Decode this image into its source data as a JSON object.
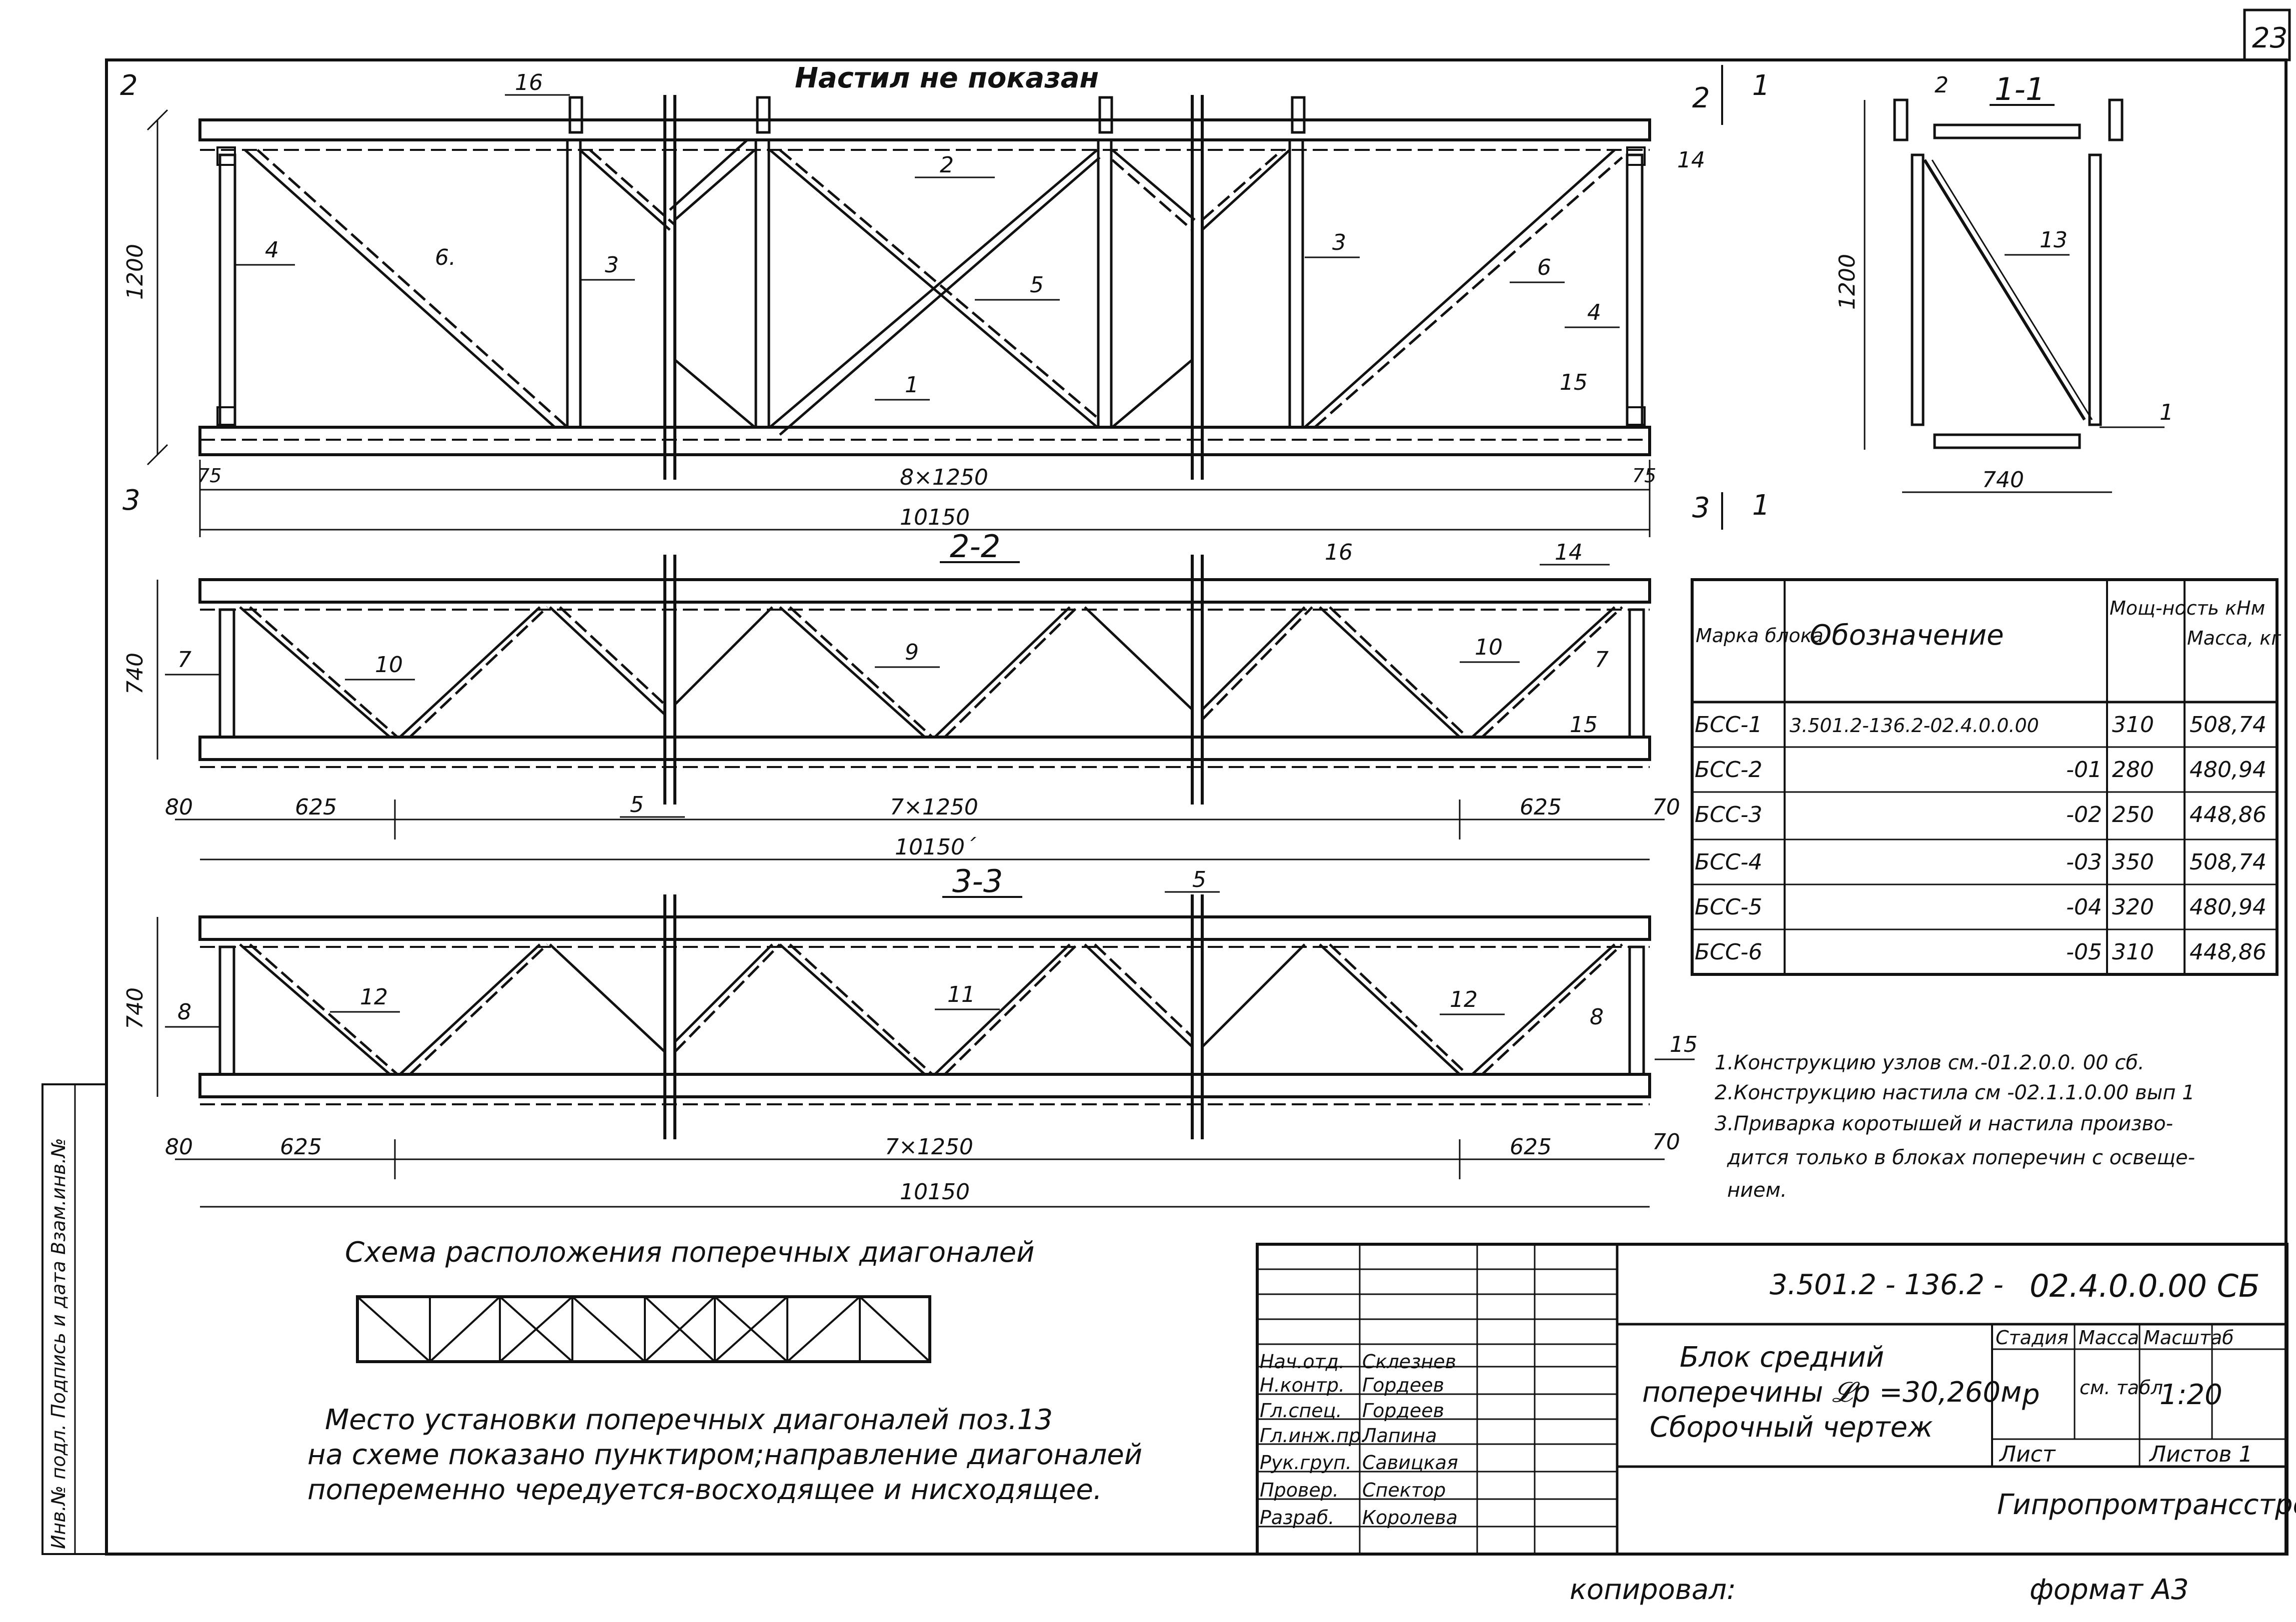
{
  "page_number": "23",
  "top_note": "Настил не показан",
  "elevation1": {
    "marks": [
      "16",
      "2",
      "14",
      "4",
      "6.",
      "3",
      "5",
      "3",
      "6",
      "4",
      "1",
      "15"
    ],
    "height_dim": "1200",
    "dims": {
      "left_offset": "75",
      "modules": "8×1250",
      "right_offset": "75",
      "total": "10150"
    },
    "section_marks": {
      "s2_top": "2",
      "s2_bottom": "2",
      "s3_bottom": "3",
      "s3_top": "3",
      "s1": "1",
      "s1b": "1"
    }
  },
  "section_1_1": {
    "title": "1-1",
    "marks": [
      "2",
      "13",
      "1"
    ],
    "height_dim": "1200",
    "width_dim": "740"
  },
  "section_2_2": {
    "title": "2-2",
    "marks": [
      "16",
      "14",
      "7",
      "10",
      "9",
      "10",
      "7",
      "15",
      "5"
    ],
    "height_dim": "740",
    "dims": {
      "left": "80",
      "left_bay": "625",
      "modules": "7×1250",
      "right_bay": "625",
      "right": "70",
      "total": "10150´"
    }
  },
  "section_3_3": {
    "title": "3-3",
    "marks": [
      "5",
      "8",
      "12",
      "11",
      "12",
      "8",
      "15"
    ],
    "height_dim": "740",
    "dims": {
      "left": "80",
      "left_bay": "625",
      "modules": "7×1250",
      "right_bay": "625",
      "right": "70",
      "total": "10150"
    }
  },
  "table": {
    "headers": [
      "Марка блока",
      "Обозначение",
      "Мощ-ность кНм",
      "Масса, кг"
    ],
    "rows": [
      [
        "БСС-1",
        "3.501.2-136.2-02.4.0.0.00",
        "310",
        "508,74"
      ],
      [
        "БСС-2",
        "-01",
        "280",
        "480,94"
      ],
      [
        "БСС-3",
        "-02",
        "250",
        "448,86"
      ],
      [
        "БСС-4",
        "-03",
        "350",
        "508,74"
      ],
      [
        "БСС-5",
        "-04",
        "320",
        "480,94"
      ],
      [
        "БСС-6",
        "-05",
        "310",
        "448,86"
      ]
    ]
  },
  "notes": [
    "1.Конструкцию узлов см.-01.2.0.0. 00 сб.",
    "2.Конструкцию настила см -02.1.1.0.00 вып 1",
    "3.Приварка коротышей и настила произво-",
    "дится только в блоках поперечин с освеще-",
    "нием."
  ],
  "scheme": {
    "title": "Схема расположения поперечных диагоналей",
    "caption": [
      "Место установки поперечных диагоналей поз.13",
      "на схеме показано пунктиром;направление диагоналей",
      "попеременно чередуется-восходящее и нисходящее."
    ]
  },
  "title_block": {
    "code": "3.501.2 - 136.2 -",
    "code2": "02.4.0.0.00 СБ",
    "name": [
      "Блок средний",
      "поперечины 𝓛р =30,260м",
      "Сборочный чертеж"
    ],
    "stage_label": "Стадия",
    "mass_label": "Масса",
    "scale_label": "Масштаб",
    "stage": "р",
    "mass": "см. табл",
    "scale": "1:20",
    "sheet_label": "Лист",
    "sheets_label": "Листов 1",
    "org": "Гипропромтрансстрой",
    "people": [
      [
        "Нач.отд.",
        "Склезнев"
      ],
      [
        "Н.контр.",
        "Гордеев"
      ],
      [
        "Гл.спец.",
        "Гордеев"
      ],
      [
        "Гл.инж.пр.",
        "Лапина"
      ],
      [
        "Рук.груп.",
        "Савицкая"
      ],
      [
        "Провер.",
        "Спектор"
      ],
      [
        "Разраб.",
        "Королева"
      ]
    ],
    "side_stamp": "Инв.№ подл.   Подпись и дата   Взам.инв.№"
  },
  "footer": {
    "copied": "копировал:",
    "format": "формат А3"
  }
}
